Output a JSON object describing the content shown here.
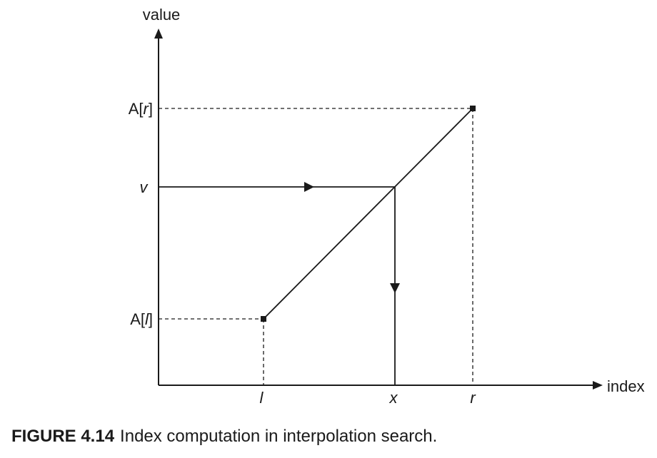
{
  "axes": {
    "y_label": "value",
    "x_label": "index"
  },
  "y_ticks": {
    "top_prefix": "A[",
    "top_var": "r",
    "top_suffix": "]",
    "mid_var": "v",
    "bottom_prefix": "A[",
    "bottom_var": "l",
    "bottom_suffix": "]"
  },
  "x_ticks": {
    "left": "l",
    "middle": "x",
    "right": "r"
  },
  "caption": {
    "number": "FIGURE 4.14",
    "text": "Index computation in interpolation search."
  }
}
